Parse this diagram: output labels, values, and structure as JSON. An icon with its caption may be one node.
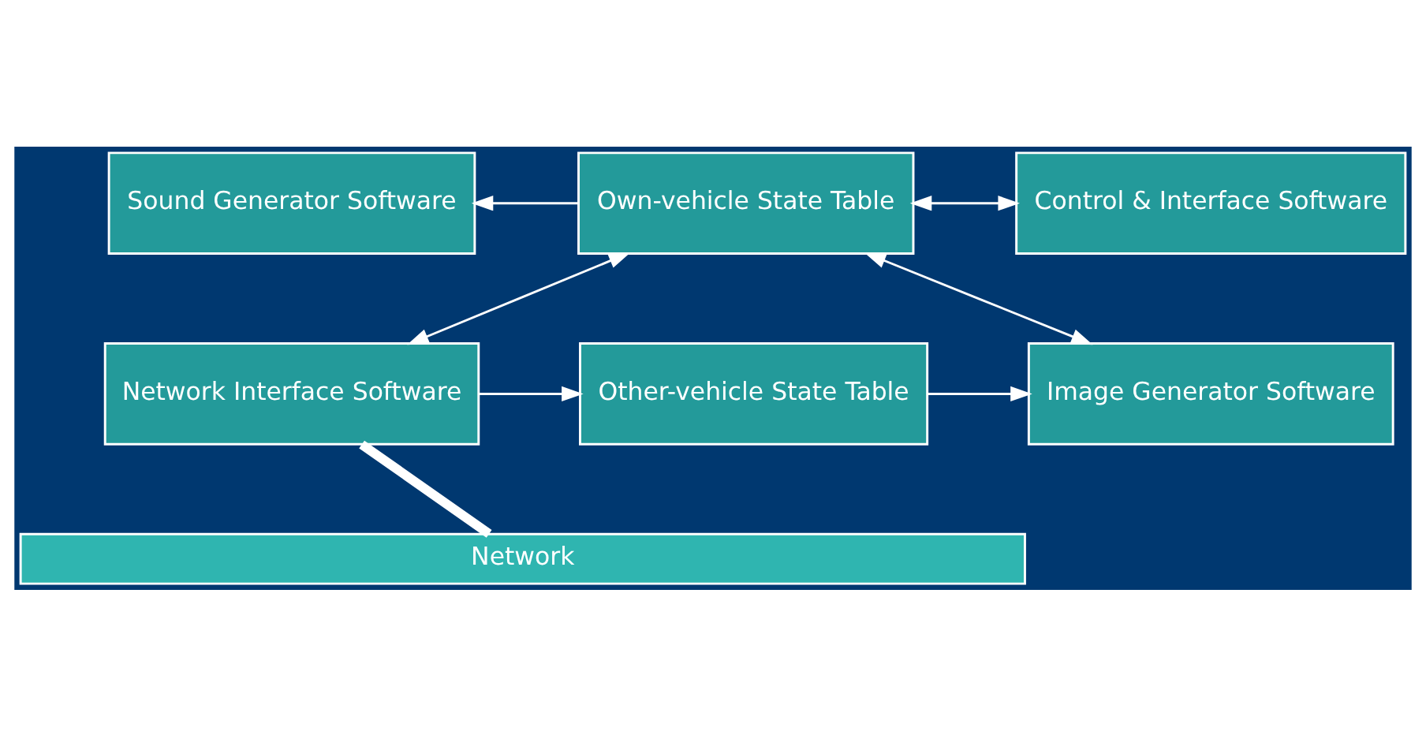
{
  "diagram": {
    "nodes": [
      {
        "text": [
          "Sound Generator Software"
        ]
      },
      {
        "text": [
          "Own-vehicle State Table"
        ]
      },
      {
        "text": [
          "Control & Interface Software"
        ]
      },
      {
        "text": [
          "Network Interface Software"
        ]
      },
      {
        "text": [
          "Other-vehicle State Table"
        ]
      },
      {
        "text": [
          "Image Generator Software"
        ]
      },
      {
        "text": [
          "Network"
        ]
      }
    ],
    "edges": [
      {
        "from": 1,
        "to": 0,
        "arrow": "to"
      },
      {
        "from": 1,
        "to": 2,
        "arrow": "both"
      },
      {
        "from": 1,
        "to": 3,
        "arrow": "both"
      },
      {
        "from": 1,
        "to": 5,
        "arrow": "both"
      },
      {
        "from": 3,
        "to": 4,
        "arrow": "to"
      },
      {
        "from": 4,
        "to": 5,
        "arrow": "to"
      },
      {
        "from": 3,
        "to": 6,
        "arrow": "none",
        "style": "thick"
      }
    ]
  }
}
